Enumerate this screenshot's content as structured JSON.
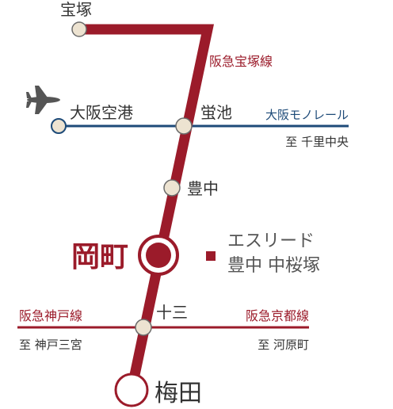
{
  "colors": {
    "hankyu": "#9b1b2a",
    "monorail": "#1d4a78",
    "station_fill": "#ede3d1",
    "station_stroke": "#6b6b6b",
    "text": "#333333",
    "airplane": "#555555"
  },
  "lines": {
    "takarazuka": "阪急宝塚線",
    "monorail": "大阪モノレール",
    "kobe": "阪急神戸線",
    "kyoto": "阪急京都線"
  },
  "stations": {
    "takarazuka": "宝塚",
    "airport": "大阪空港",
    "hotarugaike": "蛍池",
    "toyonaka": "豊中",
    "okamachi": "岡町",
    "juso": "十三",
    "umeda": "梅田"
  },
  "destinations": {
    "senri_chuo": "至 千里中央",
    "kobe_sannomiya": "至 神戸三宮",
    "kawaramachi": "至 河原町"
  },
  "property": {
    "name_line1": "エスリード",
    "name_line2": "豊中 中桜塚"
  },
  "icons": {
    "airport": "airplane-icon",
    "property": "square-marker-icon"
  }
}
